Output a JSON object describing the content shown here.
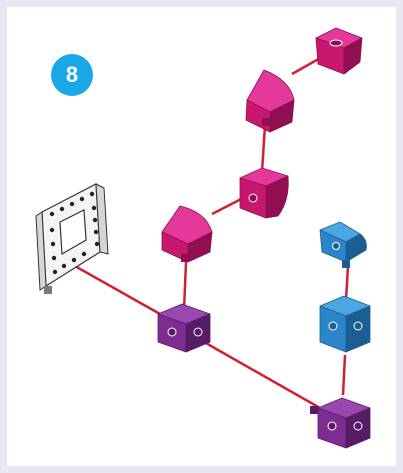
{
  "step": {
    "number": "8",
    "badge_color": "#1aa7e6"
  },
  "colors": {
    "connector_line": "#d2202f",
    "magenta": "#c7176f",
    "magenta_light": "#e4389a",
    "magenta_dark": "#8f0f52",
    "purple": "#7d2d91",
    "purple_light": "#9a47b0",
    "purple_dark": "#571c66",
    "blue": "#2a86c8",
    "blue_light": "#4ba6e2",
    "blue_dark": "#1b5e93",
    "frame_white": "#f4f4f4",
    "frame_gray": "#7a7a7a"
  },
  "parts": [
    {
      "name": "magenta-wedge-top",
      "icon": "wedge-block-icon",
      "color": "magenta"
    },
    {
      "name": "magenta-wedge-upper",
      "icon": "wedge-block-icon",
      "color": "magenta"
    },
    {
      "name": "magenta-cube-middle",
      "icon": "cube-block-icon",
      "color": "magenta"
    },
    {
      "name": "magenta-wedge-lower",
      "icon": "wedge-block-icon",
      "color": "magenta"
    },
    {
      "name": "white-frame",
      "icon": "square-frame-icon",
      "color": "frame_white"
    },
    {
      "name": "purple-cube-left",
      "icon": "cube-block-icon",
      "color": "purple"
    },
    {
      "name": "purple-cube-right",
      "icon": "cube-block-icon",
      "color": "purple"
    },
    {
      "name": "blue-wedge-top",
      "icon": "wedge-block-icon",
      "color": "blue"
    },
    {
      "name": "blue-cube-middle",
      "icon": "cube-block-icon",
      "color": "blue"
    }
  ]
}
